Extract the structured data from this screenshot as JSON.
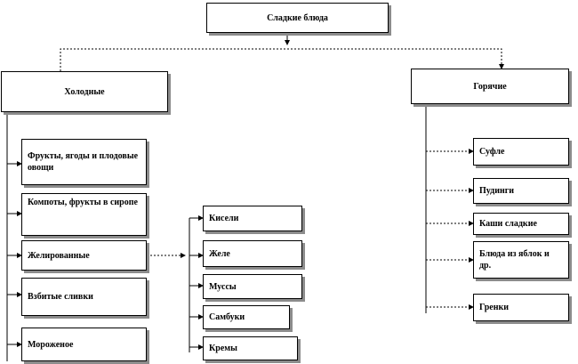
{
  "diagram": {
    "root": {
      "label": "Сладкие блюда"
    },
    "branches": [
      {
        "id": "cold",
        "label": "Холодные",
        "items": [
          {
            "label": "Фрукты, ягоды и плодовые овощи"
          },
          {
            "label": "Компоты, фрукты в сиропе"
          },
          {
            "label": "Желированные",
            "children": [
              {
                "label": "Кисели"
              },
              {
                "label": "Желе"
              },
              {
                "label": "Муссы"
              },
              {
                "label": "Самбуки"
              },
              {
                "label": "Кремы"
              }
            ]
          },
          {
            "label": "Взбитые сливки"
          },
          {
            "label": "Мороженое"
          }
        ]
      },
      {
        "id": "hot",
        "label": "Горячие",
        "items": [
          {
            "label": "Суфле"
          },
          {
            "label": "Пудинги"
          },
          {
            "label": "Каши сладкие"
          },
          {
            "label": "Блюда из яблок и др."
          },
          {
            "label": "Гренки"
          }
        ]
      }
    ]
  }
}
